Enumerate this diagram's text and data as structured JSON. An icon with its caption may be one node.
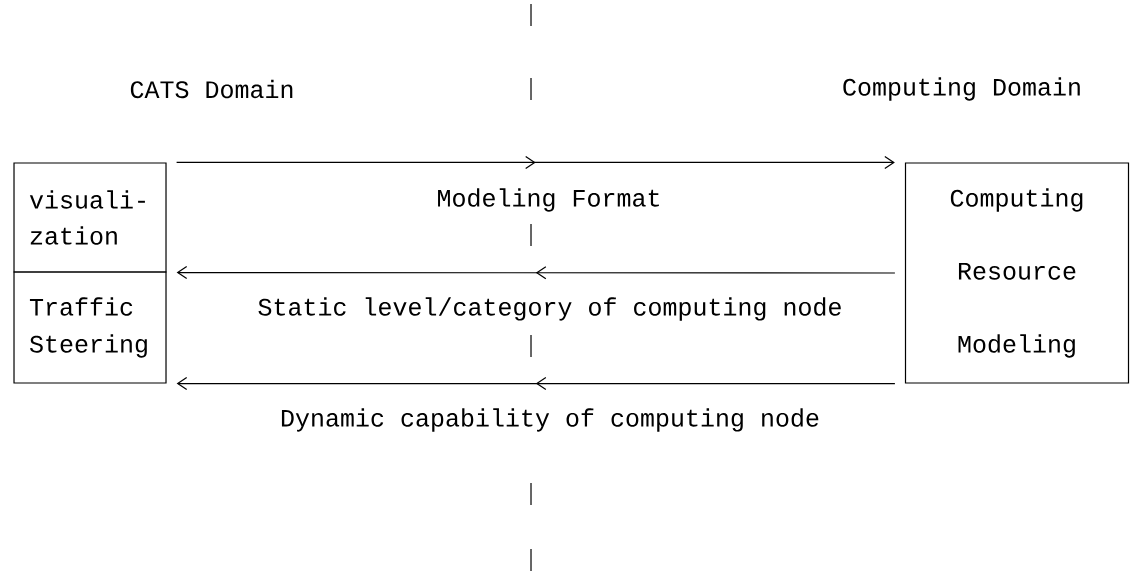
{
  "diagram": {
    "nodes": [
      {
        "text": [
          "visuali- zation"
        ]
      },
      {
        "text": [
          "Traffic Steering"
        ]
      },
      {
        "text": [
          "Computing Resource Modeling"
        ]
      }
    ],
    "edges": [
      {
        "from": 0,
        "to": 2,
        "arrow": "to",
        "label": "Modeling Format"
      },
      {
        "from": 2,
        "to": 0,
        "arrow": "to",
        "label": "Static level/category of computing node"
      },
      {
        "from": 2,
        "to": 1,
        "arrow": "to",
        "label": "Dynamic capability of computing node"
      }
    ],
    "labels": [
      "CATS Domain",
      "Computing Domain"
    ]
  }
}
